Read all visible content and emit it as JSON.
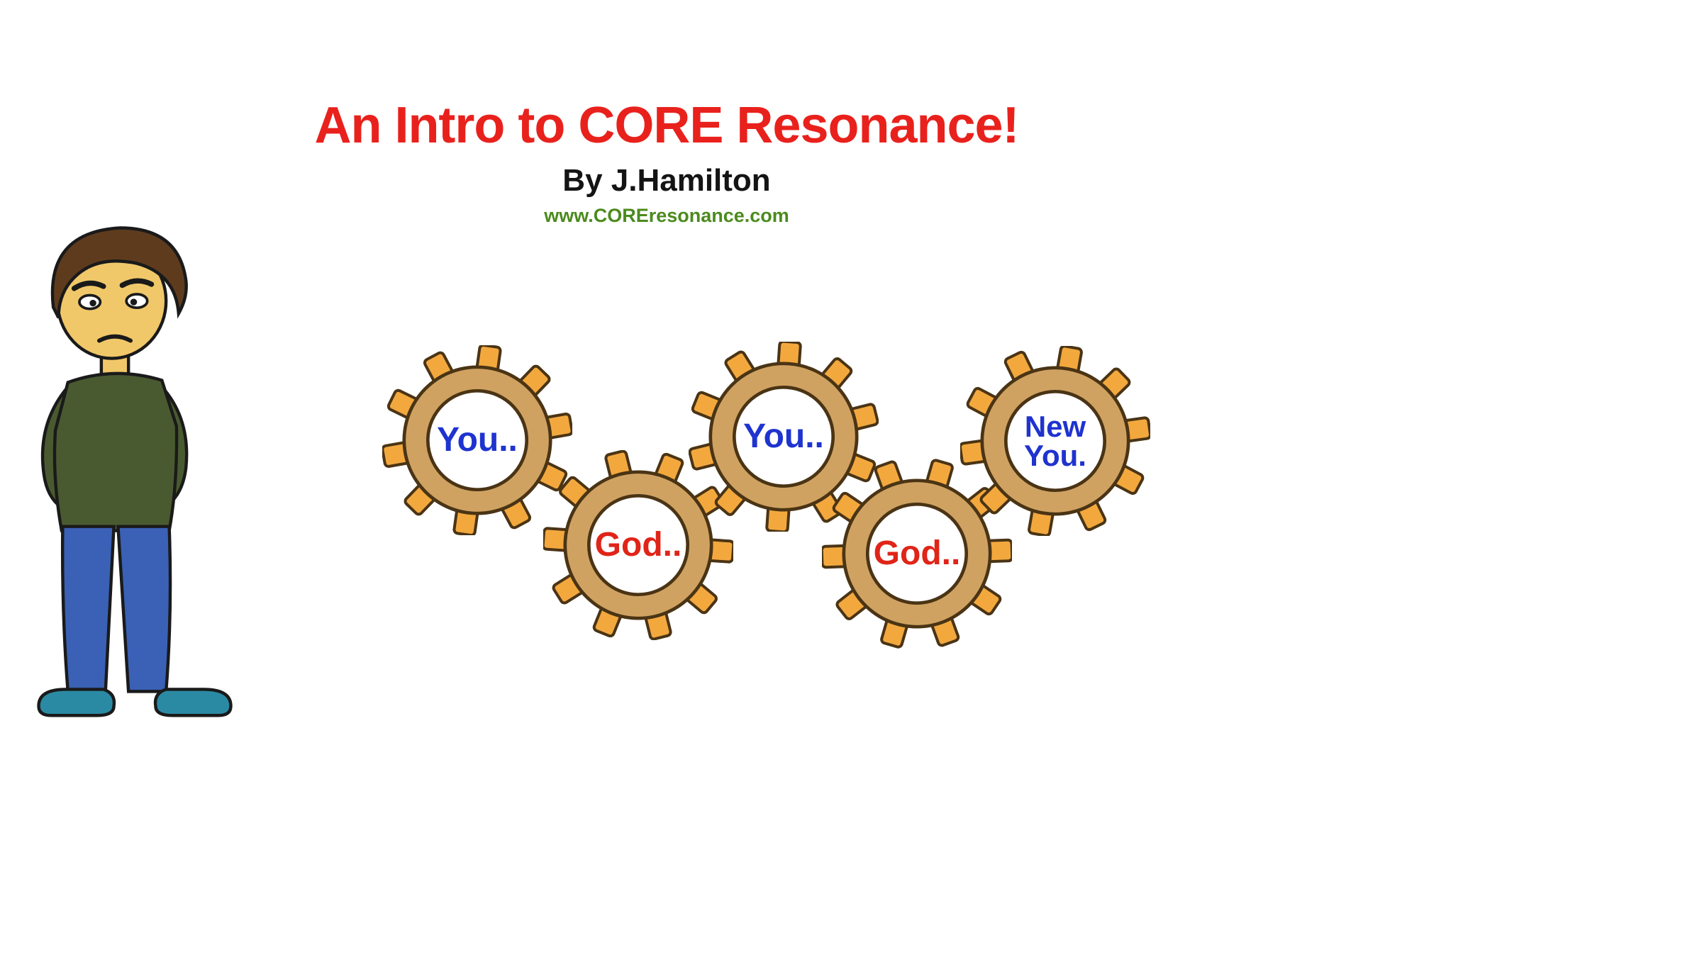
{
  "slide": {
    "title": "An Intro to CORE Resonance!",
    "byline": "By J.Hamilton",
    "website": "www.COREresonance.com"
  },
  "gears": [
    {
      "label": "You..",
      "tone": "you"
    },
    {
      "label": "God..",
      "tone": "god"
    },
    {
      "label": "You..",
      "tone": "you"
    },
    {
      "label": "God..",
      "tone": "god"
    },
    {
      "label": "New You.",
      "tone": "you"
    }
  ],
  "character": {
    "alt": "Sad cartoon man with brown hair, olive green t-shirt, blue jeans and teal shoes"
  },
  "colors": {
    "title": "#e9211c",
    "byline": "#141414",
    "website": "#4b8b1d",
    "gear_tooth": "#f3a83e",
    "gear_body": "#d0a261",
    "gear_center": "#ffffff",
    "gear_outline": "#4a3415",
    "label_you": "#1e33cf",
    "label_god": "#e02418"
  }
}
